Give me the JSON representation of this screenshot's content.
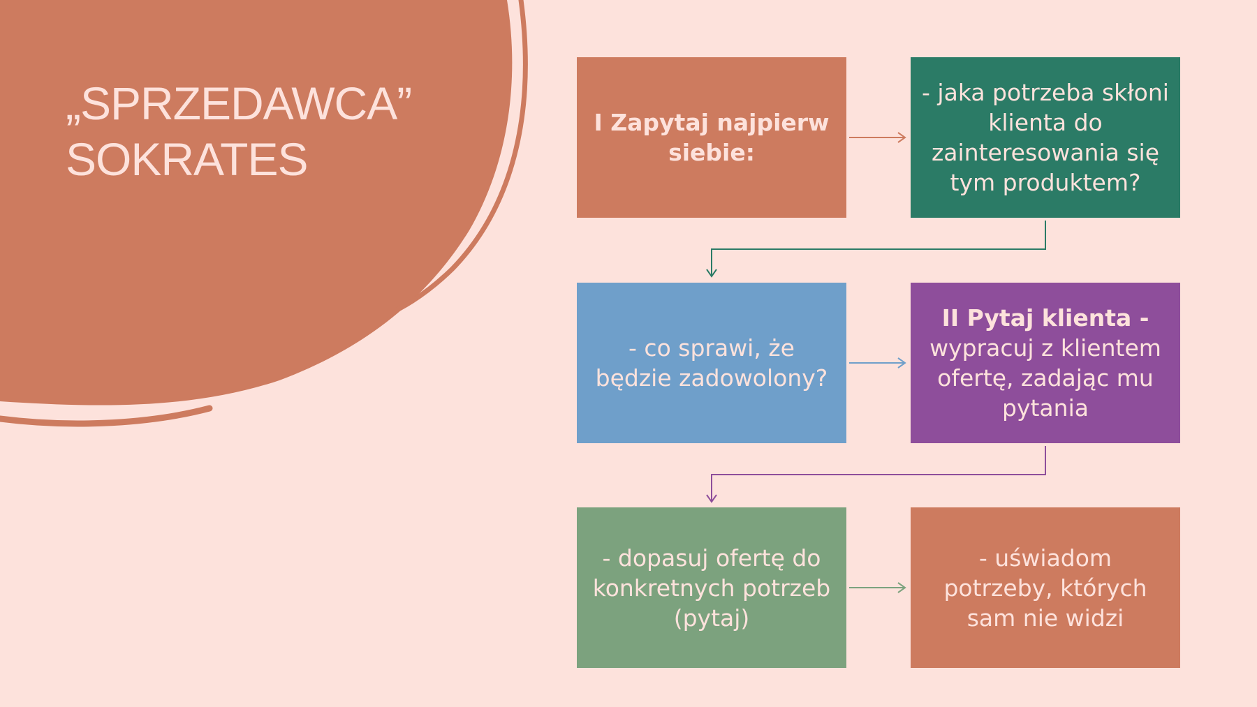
{
  "title": {
    "line1": "„SPRZEDAWCA”",
    "line2": "SOKRATES"
  },
  "colors": {
    "background": "#fde2dc",
    "blob": "#cd7b5f",
    "terracotta": "#cd7b5f",
    "teal": "#2b7b66",
    "blue": "#6f9fca",
    "purple": "#8e4e9b",
    "sage": "#7ca27e"
  },
  "boxes": [
    {
      "bold": "I Zapytaj najpierw siebie:",
      "text": "",
      "color": "terracotta"
    },
    {
      "bold": "",
      "text": "- jaka potrzeba skłoni klienta do zainteresowania się tym produktem?",
      "color": "teal"
    },
    {
      "bold": "",
      "text": "- co sprawi, że będzie zadowolony?",
      "color": "blue"
    },
    {
      "bold": "II Pytaj klienta -",
      "text": "wypracuj z klientem ofertę, zadając mu pytania",
      "color": "purple"
    },
    {
      "bold": "",
      "text": "- dopasuj ofertę do konkretnych potrzeb (pytaj)",
      "color": "sage"
    },
    {
      "bold": "",
      "text": "- uświadom potrzeby, których sam nie widzi",
      "color": "terracotta"
    }
  ]
}
